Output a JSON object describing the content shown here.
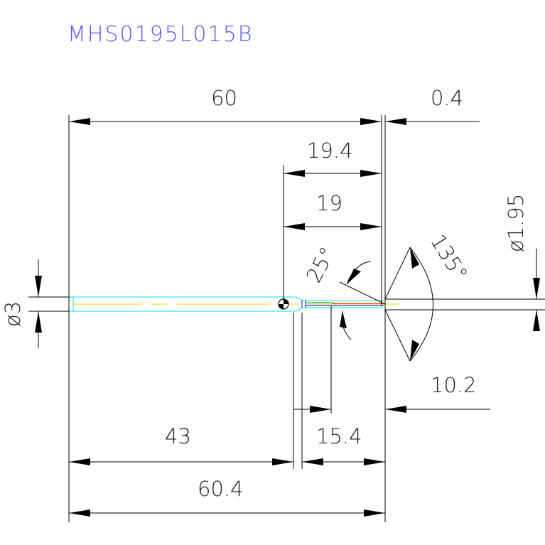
{
  "title": "MHS0195L015B",
  "colors": {
    "title": "#5555ff",
    "dimension": "#000000",
    "tool_outline": "#00e0e0",
    "centerline": "#e0d000",
    "edge_red": "#ff0000",
    "edge_green": "#00a000",
    "edge_blue": "#0000ff"
  },
  "dimensions": {
    "total_length_top": "60",
    "tip_offset": "0.4",
    "neck_length_outer": "19.4",
    "neck_length_inner": "19",
    "taper_angle": "25°",
    "point_angle": "135°",
    "tip_diameter": "ø1.95",
    "shank_diameter": "ø3",
    "flute_length": "10.2",
    "shank_length": "43",
    "neck_length_bottom": "15.4",
    "overall_length": "60.4"
  }
}
